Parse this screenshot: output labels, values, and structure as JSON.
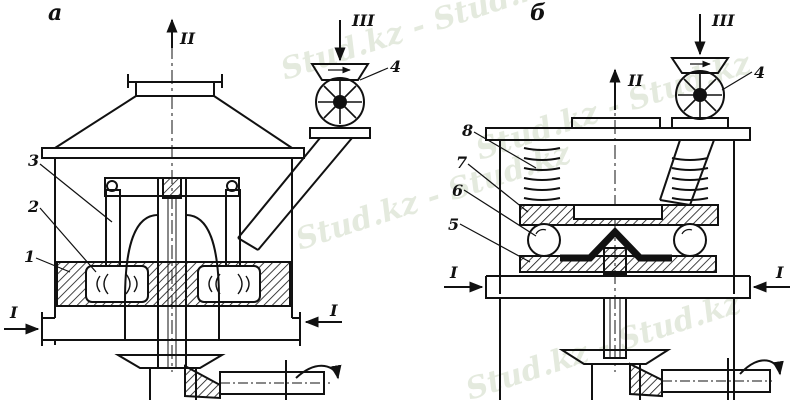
{
  "panels": {
    "a": {
      "letter": "а"
    },
    "b": {
      "letter": "б"
    }
  },
  "flows": {
    "inlet": "I",
    "outlet": "II",
    "feed": "III"
  },
  "parts": {
    "p1": "1",
    "p2": "2",
    "p3": "3",
    "p4": "4",
    "p5": "5",
    "p6": "6",
    "p7": "7",
    "p8": "8"
  },
  "watermark": "Stud.kz - Stud.kz"
}
